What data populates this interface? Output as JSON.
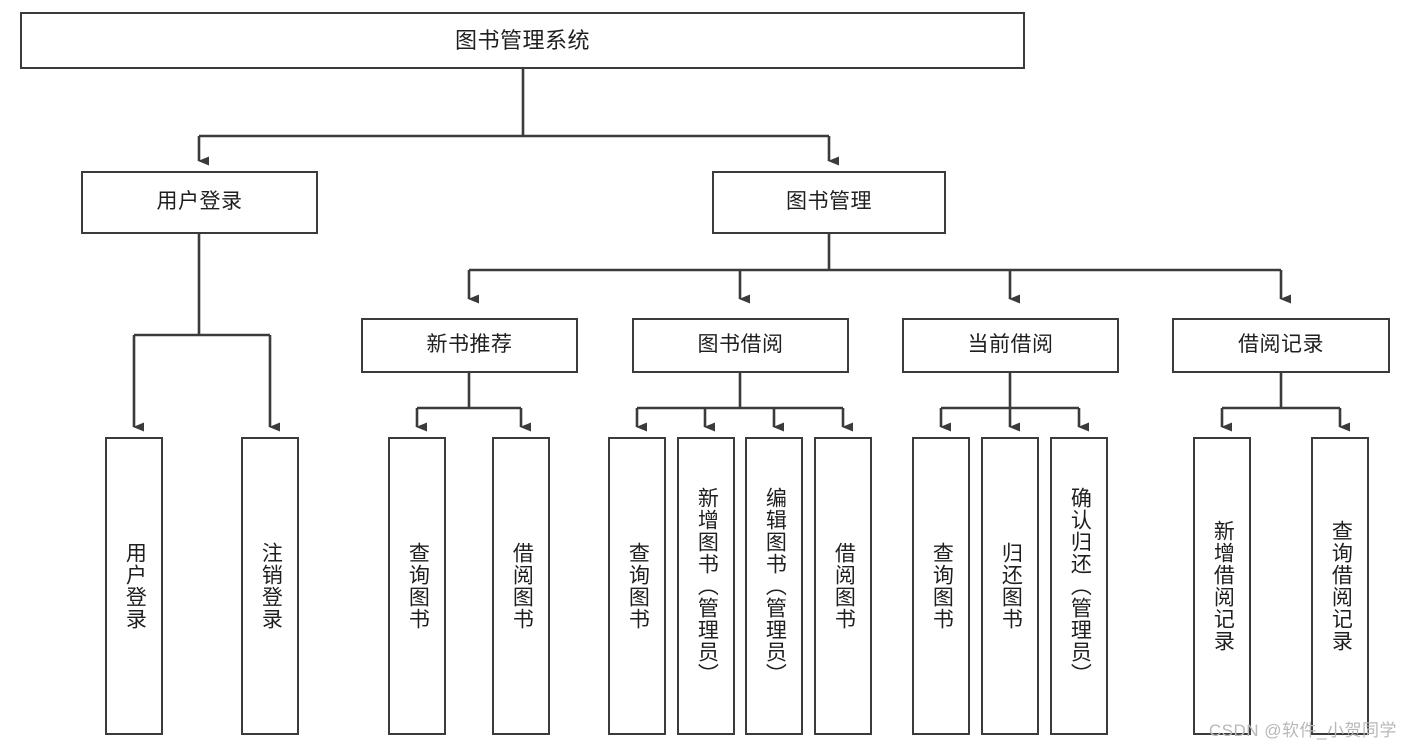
{
  "diagram": {
    "title": "图书管理系统",
    "type": "tree-hierarchy-diagram",
    "watermark": "CSDN @软件_小贺同学",
    "style": {
      "box_border_color": "#3b3b3b",
      "box_fill_color": "#ffffff",
      "edge_color": "#3b3b3b",
      "background_color": "#ffffff",
      "text_color": "#1f1f1f"
    },
    "root": {
      "id": "root",
      "label": "图书管理系统"
    },
    "level1": [
      {
        "id": "user-login",
        "label": "用户登录"
      },
      {
        "id": "book-management",
        "label": "图书管理"
      }
    ],
    "level2": [
      {
        "id": "new-book-recommend",
        "label": "新书推荐",
        "parent": "book-management"
      },
      {
        "id": "book-borrow",
        "label": "图书借阅",
        "parent": "book-management"
      },
      {
        "id": "current-borrow",
        "label": "当前借阅",
        "parent": "book-management"
      },
      {
        "id": "borrow-record",
        "label": "借阅记录",
        "parent": "book-management"
      }
    ],
    "leaves": {
      "user-login": [
        {
          "id": "leaf-user-login",
          "label": "用户登录"
        },
        {
          "id": "leaf-logout-login",
          "label": "注销登录"
        }
      ],
      "new-book-recommend": [
        {
          "id": "leaf-query-book-1",
          "label": "查询图书"
        },
        {
          "id": "leaf-borrow-book-1",
          "label": "借阅图书"
        }
      ],
      "book-borrow": [
        {
          "id": "leaf-query-book-2",
          "label": "查询图书"
        },
        {
          "id": "leaf-add-book",
          "label": "新增图书（管理员）"
        },
        {
          "id": "leaf-edit-book",
          "label": "编辑图书（管理员）"
        },
        {
          "id": "leaf-borrow-book-2",
          "label": "借阅图书"
        }
      ],
      "current-borrow": [
        {
          "id": "leaf-query-book-3",
          "label": "查询图书"
        },
        {
          "id": "leaf-return-book",
          "label": "归还图书"
        },
        {
          "id": "leaf-confirm-return",
          "label": "确认归还（管理员）"
        }
      ],
      "borrow-record": [
        {
          "id": "leaf-add-record",
          "label": "新增借阅记录"
        },
        {
          "id": "leaf-query-record",
          "label": "查询借阅记录"
        }
      ]
    }
  }
}
